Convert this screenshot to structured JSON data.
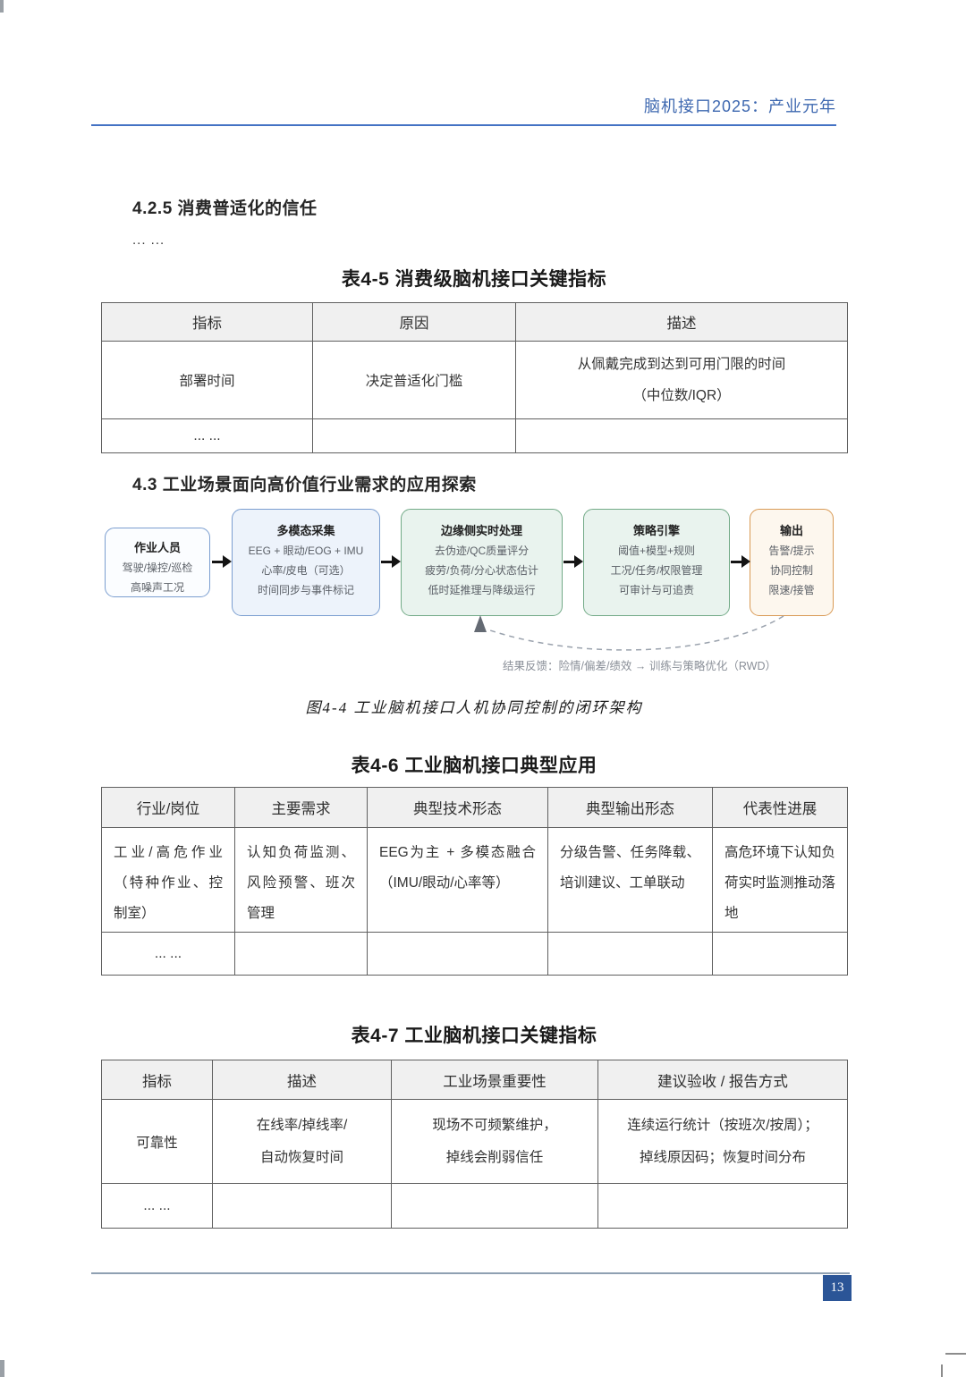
{
  "header": {
    "title": "脑机接口2025：产业元年"
  },
  "section_425": {
    "heading": "4.2.5 消费普适化的信任",
    "ellipsis": "... ..."
  },
  "table_4_5": {
    "title": "表4-5 消费级脑机接口关键指标",
    "headers": [
      "指标",
      "原因",
      "描述"
    ],
    "row1": {
      "metric": "部署时间",
      "reason": "决定普适化门槛",
      "desc_line1": "从佩戴完成到达到可用门限的时间",
      "desc_line2": "（中位数/IQR）"
    },
    "row2": {
      "metric": "... ..."
    }
  },
  "section_43": {
    "heading": "4.3 工业场景面向高价值行业需求的应用探索"
  },
  "figure": {
    "boxes": [
      {
        "id": "operator",
        "title": "作业人员",
        "lines": [
          "驾驶/操控/巡检",
          "高噪声工况"
        ]
      },
      {
        "id": "multimodal-acquisition",
        "title": "多模态采集",
        "lines": [
          "EEG + 眼动/EOG + IMU",
          "心率/皮电（可选）",
          "时间同步与事件标记"
        ]
      },
      {
        "id": "edge-realtime-processing",
        "title": "边缘侧实时处理",
        "lines": [
          "去伪迹/QC质量评分",
          "疲劳/负荷/分心状态估计",
          "低时延推理与降级运行"
        ]
      },
      {
        "id": "policy-engine",
        "title": "策略引擎",
        "lines": [
          "阈值+模型+规则",
          "工况/任务/权限管理",
          "可审计与可追责"
        ]
      },
      {
        "id": "output",
        "title": "输出",
        "lines": [
          "告警/提示",
          "协同控制",
          "限速/接管"
        ]
      }
    ],
    "feedback_label": "结果反馈：险情/偏差/绩效 → 训练与策略优化（RWD）",
    "caption": "图4-4 工业脑机接口人机协同控制的闭环架构"
  },
  "table_4_6": {
    "title": "表4-6 工业脑机接口典型应用",
    "headers": [
      "行业/岗位",
      "主要需求",
      "典型技术形态",
      "典型输出形态",
      "代表性进展"
    ],
    "row1": [
      "工业/高危作业（特种作业、控制室）",
      "认知负荷监测、风险预警、班次管理",
      "EEG为主 + 多模态融合（IMU/眼动/心率等）",
      "分级告警、任务降载、培训建议、工单联动",
      "高危环境下认知负荷实时监测推动落地"
    ],
    "row2": [
      "... ..."
    ]
  },
  "table_4_7": {
    "title": "表4-7 工业脑机接口关键指标",
    "headers": [
      "指标",
      "描述",
      "工业场景重要性",
      "建议验收 / 报告方式"
    ],
    "row1": {
      "metric": "可靠性",
      "desc": [
        "在线率/掉线率/",
        "自动恢复时间"
      ],
      "importance": [
        "现场不可频繁维护，",
        "掉线会削弱信任"
      ],
      "report": [
        "连续运行统计（按班次/按周）；",
        "掉线原因码；恢复时间分布"
      ]
    },
    "row2": {
      "metric": "... ..."
    }
  },
  "footer": {
    "page_number": "13"
  },
  "colors": {
    "header_blue": "#3e68b0",
    "rule_blue": "#4472c4",
    "footer_rule_gray": "#8fa0b2",
    "page_badge_blue": "#2b5597",
    "table_header_bg": "#f0f0f0",
    "table_border": "#5f5f5f",
    "box_blue_border": "#7b9ed0",
    "box_blue_fill": "#edf3fb",
    "box_green_border": "#72aa87",
    "box_green_fill": "#e9f3ee",
    "box_orange_border": "#d99a55",
    "box_orange_fill": "#fdf7ee",
    "arrow_black": "#141414",
    "feedback_gray": "#9aa2ad"
  }
}
